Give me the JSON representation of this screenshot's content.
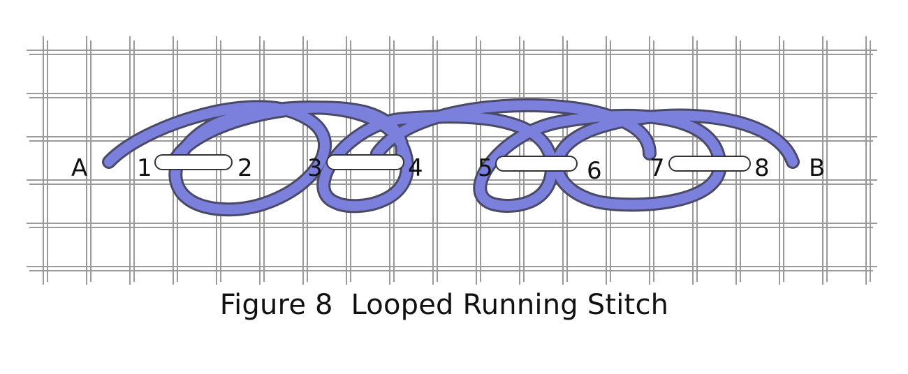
{
  "caption": "Figure 8  Looped Running Stitch",
  "labels": {
    "start": "A",
    "end": "B",
    "points": [
      "1",
      "2",
      "3",
      "4",
      "5",
      "6",
      "7",
      "8"
    ]
  },
  "colors": {
    "thread": "#7a80dc",
    "thread_outline": "#4a4a66",
    "canvas_line": "#9a9a9a",
    "stitch_fill": "#ffffff"
  }
}
